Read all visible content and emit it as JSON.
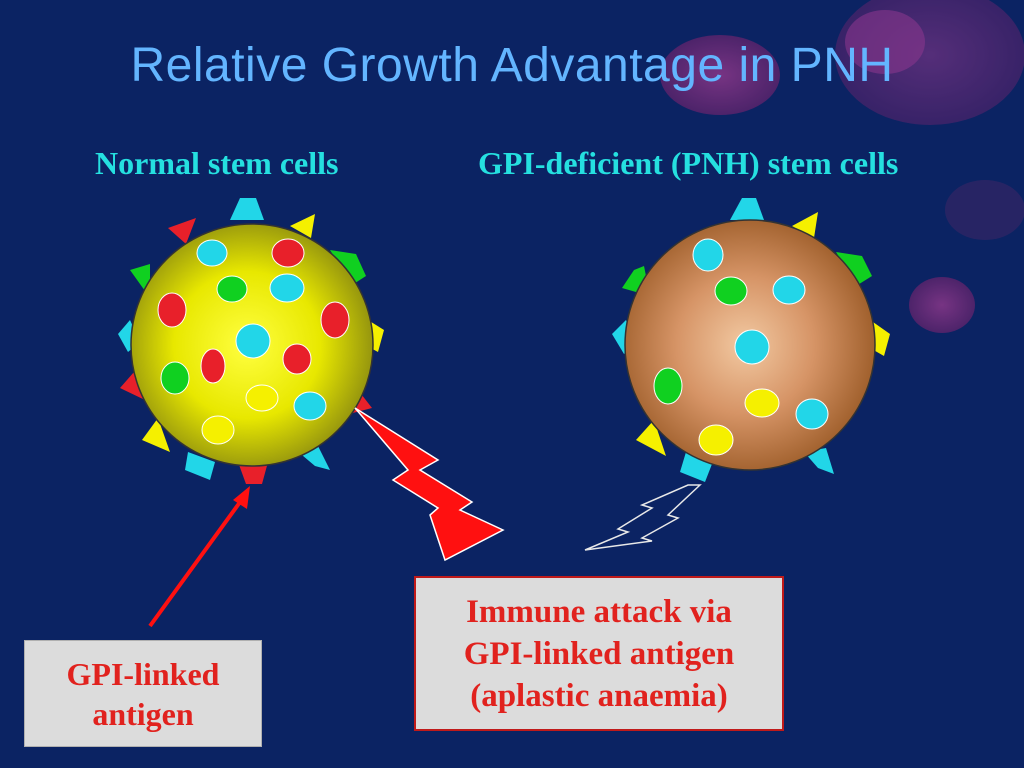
{
  "title": "Relative Growth Advantage in PNH",
  "headings": {
    "normal": "Normal stem cells",
    "pnh": "GPI-deficient (PNH) stem cells"
  },
  "labels": {
    "antigen": [
      "GPI-linked",
      "antigen"
    ],
    "immune_attack": [
      "Immune attack via",
      "GPI-linked antigen",
      "(aplastic anaemia)"
    ]
  },
  "colors": {
    "background": "#0b2363",
    "title": "#63b5ff",
    "heading": "#25e0e0",
    "label_text": "#e1221e",
    "label_box": "#dcdcdc",
    "normal_cell": "#c8c400",
    "pnh_cell": "#b8743e"
  }
}
